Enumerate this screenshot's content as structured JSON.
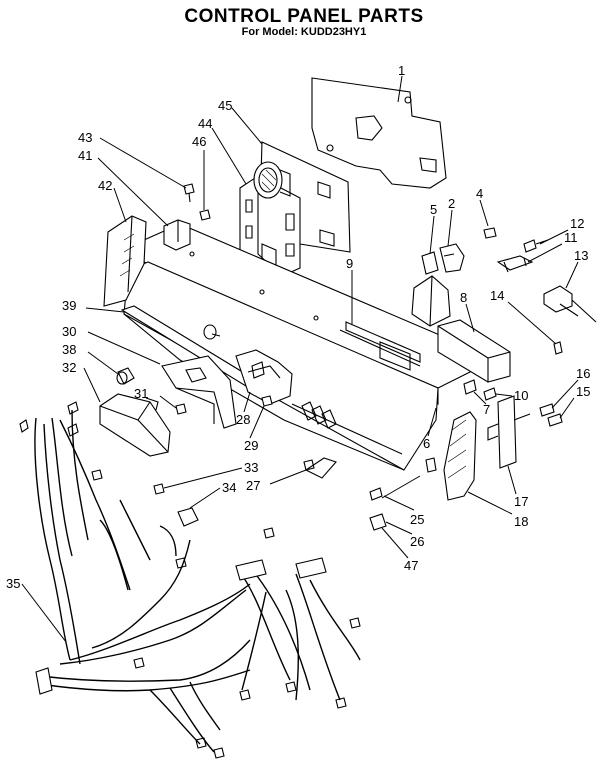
{
  "header": {
    "title": "CONTROL PANEL PARTS",
    "subtitle": "For Model: KUDD23HY1"
  },
  "callouts": [
    {
      "id": "c1",
      "label": "1"
    },
    {
      "id": "c2",
      "label": "2"
    },
    {
      "id": "c4",
      "label": "4"
    },
    {
      "id": "c5",
      "label": "5"
    },
    {
      "id": "c6",
      "label": "6"
    },
    {
      "id": "c7",
      "label": "7"
    },
    {
      "id": "c8",
      "label": "8"
    },
    {
      "id": "c9",
      "label": "9"
    },
    {
      "id": "c10",
      "label": "10"
    },
    {
      "id": "c11",
      "label": "11"
    },
    {
      "id": "c12",
      "label": "12"
    },
    {
      "id": "c13",
      "label": "13"
    },
    {
      "id": "c14",
      "label": "14"
    },
    {
      "id": "c15",
      "label": "15"
    },
    {
      "id": "c16",
      "label": "16"
    },
    {
      "id": "c17",
      "label": "17"
    },
    {
      "id": "c18",
      "label": "18"
    },
    {
      "id": "c25",
      "label": "25"
    },
    {
      "id": "c26",
      "label": "26"
    },
    {
      "id": "c27",
      "label": "27"
    },
    {
      "id": "c28",
      "label": "28"
    },
    {
      "id": "c29",
      "label": "29"
    },
    {
      "id": "c30",
      "label": "30"
    },
    {
      "id": "c31",
      "label": "31"
    },
    {
      "id": "c32",
      "label": "32"
    },
    {
      "id": "c33",
      "label": "33"
    },
    {
      "id": "c34",
      "label": "34"
    },
    {
      "id": "c35",
      "label": "35"
    },
    {
      "id": "c38",
      "label": "38"
    },
    {
      "id": "c39",
      "label": "39"
    },
    {
      "id": "c41",
      "label": "41"
    },
    {
      "id": "c42",
      "label": "42"
    },
    {
      "id": "c43",
      "label": "43"
    },
    {
      "id": "c44",
      "label": "44"
    },
    {
      "id": "c45",
      "label": "45"
    },
    {
      "id": "c46",
      "label": "46"
    },
    {
      "id": "c47",
      "label": "47"
    }
  ]
}
